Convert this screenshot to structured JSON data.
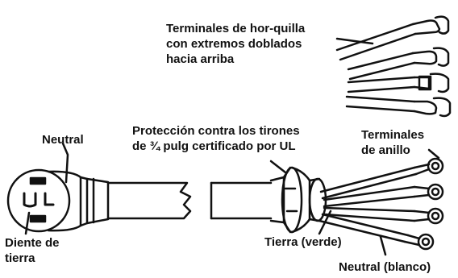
{
  "labels": {
    "spade_terminals": [
      "Terminales de hor-quilla",
      "con extremos doblados",
      "hacia arriba"
    ],
    "neutral": "Neutral",
    "strain_relief": [
      "Protección contra los tirones",
      "de ¾ pulg certificado por UL"
    ],
    "ring_terminals": [
      "Terminales",
      "de anillo"
    ],
    "ground_prong": [
      "Diente de",
      "tierra"
    ],
    "ground_green": "Tierra (verde)",
    "neutral_white": "Neutral (blanco)"
  }
}
